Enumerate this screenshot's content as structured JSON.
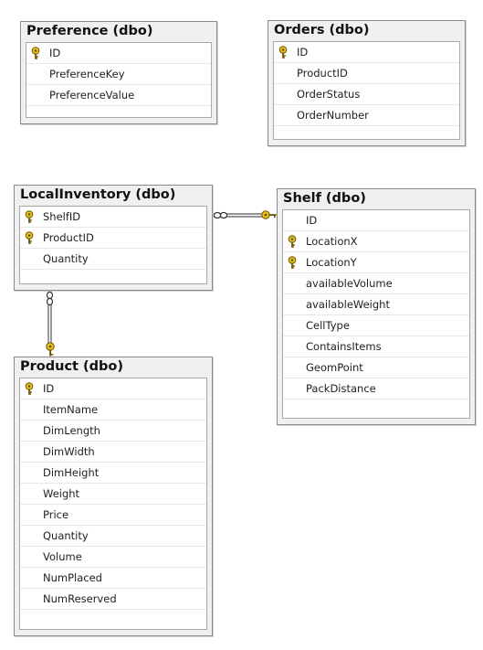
{
  "tables": {
    "preference": {
      "title": "Preference (dbo)",
      "columns": [
        {
          "name": "ID",
          "pk": true
        },
        {
          "name": "PreferenceKey",
          "pk": false
        },
        {
          "name": "PreferenceValue",
          "pk": false
        }
      ]
    },
    "orders": {
      "title": "Orders (dbo)",
      "columns": [
        {
          "name": "ID",
          "pk": true
        },
        {
          "name": "ProductID",
          "pk": false
        },
        {
          "name": "OrderStatus",
          "pk": false
        },
        {
          "name": "OrderNumber",
          "pk": false
        }
      ]
    },
    "localinventory": {
      "title": "LocalInventory (dbo)",
      "columns": [
        {
          "name": "ShelfID",
          "pk": true
        },
        {
          "name": "ProductID",
          "pk": true
        },
        {
          "name": "Quantity",
          "pk": false
        }
      ]
    },
    "shelf": {
      "title": "Shelf (dbo)",
      "columns": [
        {
          "name": "ID",
          "pk": false
        },
        {
          "name": "LocationX",
          "pk": true
        },
        {
          "name": "LocationY",
          "pk": true
        },
        {
          "name": "availableVolume",
          "pk": false
        },
        {
          "name": "availableWeight",
          "pk": false
        },
        {
          "name": "CellType",
          "pk": false
        },
        {
          "name": "ContainsItems",
          "pk": false
        },
        {
          "name": "GeomPoint",
          "pk": false
        },
        {
          "name": "PackDistance",
          "pk": false
        }
      ]
    },
    "product": {
      "title": "Product (dbo)",
      "columns": [
        {
          "name": "ID",
          "pk": true
        },
        {
          "name": "ItemName",
          "pk": false
        },
        {
          "name": "DimLength",
          "pk": false
        },
        {
          "name": "DimWidth",
          "pk": false
        },
        {
          "name": "DimHeight",
          "pk": false
        },
        {
          "name": "Weight",
          "pk": false
        },
        {
          "name": "Price",
          "pk": false
        },
        {
          "name": "Quantity",
          "pk": false
        },
        {
          "name": "Volume",
          "pk": false
        },
        {
          "name": "NumPlaced",
          "pk": false
        },
        {
          "name": "NumReserved",
          "pk": false
        }
      ]
    }
  },
  "colors": {
    "key_fill": "#e8c21a",
    "key_stroke": "#6b5200",
    "relationship_line": "#555555"
  },
  "relationships": [
    {
      "from": "localinventory",
      "to": "shelf",
      "from_end": "many",
      "to_end": "one"
    },
    {
      "from": "localinventory",
      "to": "product",
      "from_end": "many",
      "to_end": "one"
    }
  ]
}
